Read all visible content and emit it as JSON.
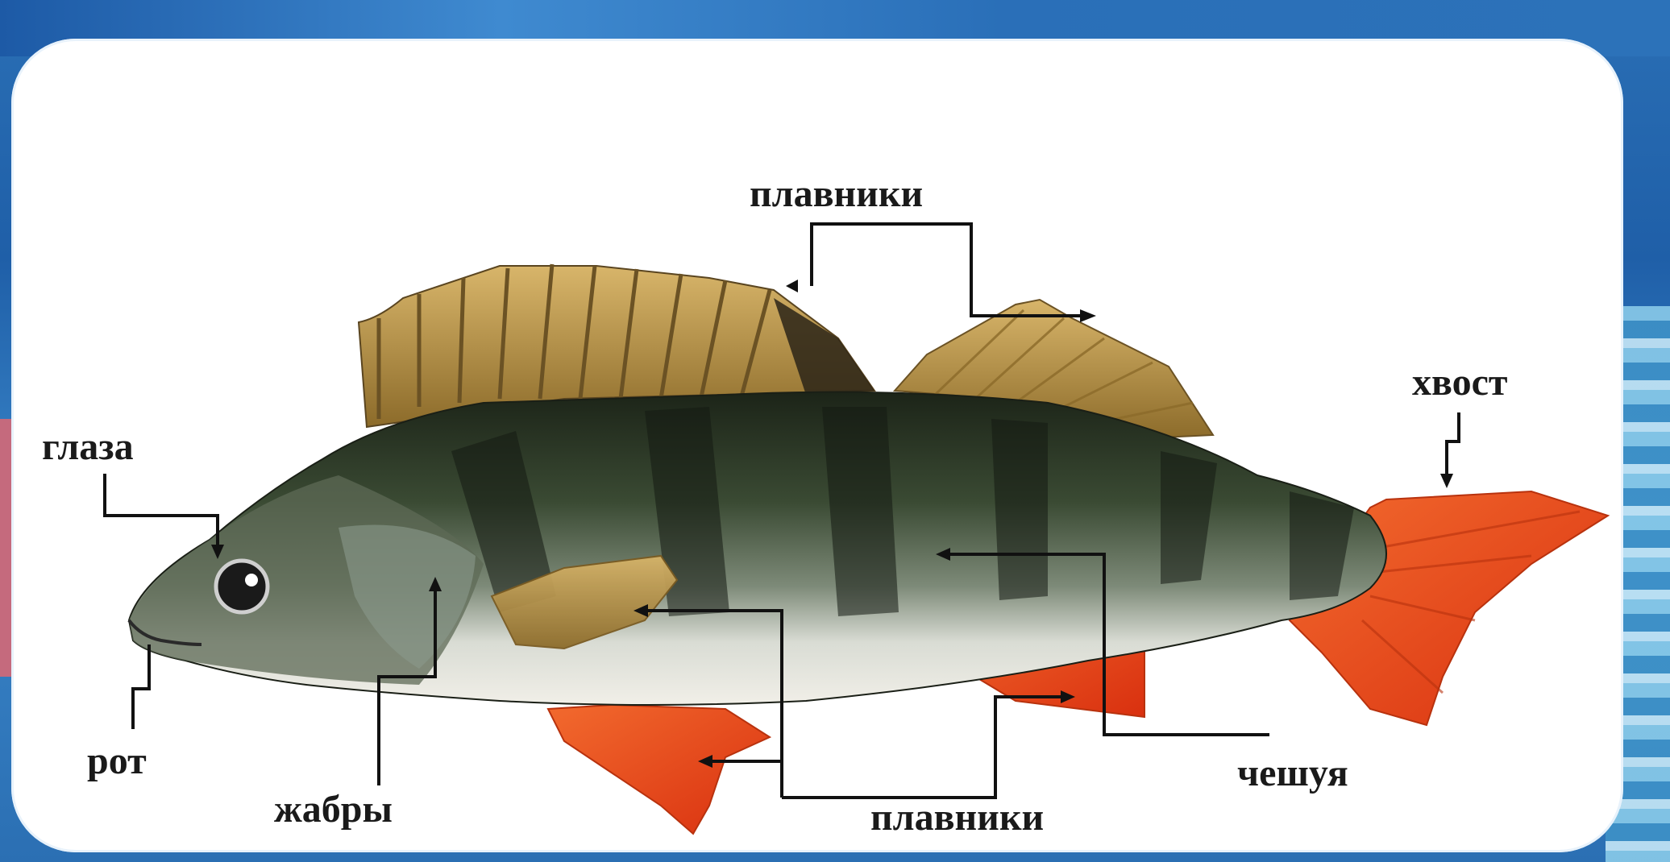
{
  "labels": {
    "fins_top": "плавники",
    "tail": "хвост",
    "eyes": "глаза",
    "mouth": "рот",
    "gills": "жабры",
    "scales": "чешуя",
    "fins_bottom": "плавники"
  },
  "colors": {
    "background": "#2a6fb5",
    "panel": "#ffffff",
    "body_dark": "#2f3a2a",
    "belly": "#e6e6df",
    "fin_red": "#e8421c",
    "fin_gold": "#b8963f",
    "line": "#111111"
  }
}
